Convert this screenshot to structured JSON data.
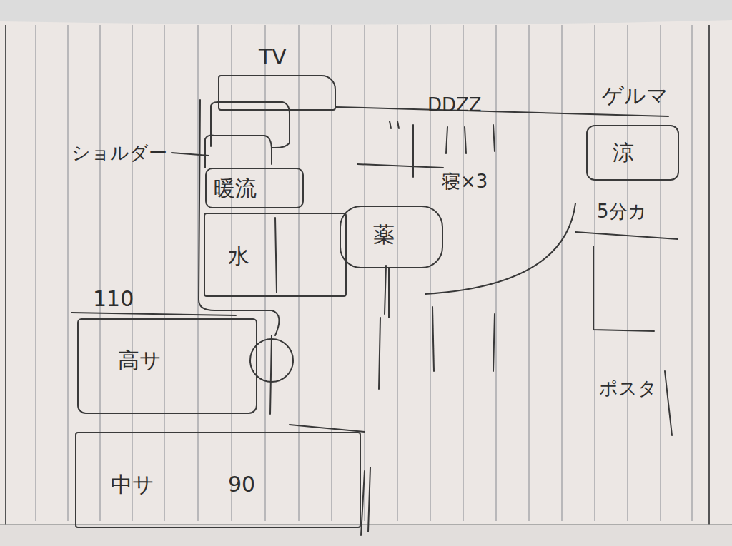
{
  "diagram": {
    "nodes": [
      {
        "text": [
          "TV"
        ]
      },
      {
        "text": [
          "暖流"
        ]
      },
      {
        "text": [
          "水"
        ]
      },
      {
        "text": [
          "薬"
        ]
      },
      {
        "text": [
          "ゲルマ",
          "涼"
        ]
      },
      {
        "text": [
          "110",
          "高サ"
        ]
      },
      {
        "text": [
          "中サ",
          "90"
        ]
      }
    ],
    "labels": [
      "ショルダー",
      "DDZZ",
      "寝×3",
      "5分カ",
      "ポスタ"
    ]
  }
}
